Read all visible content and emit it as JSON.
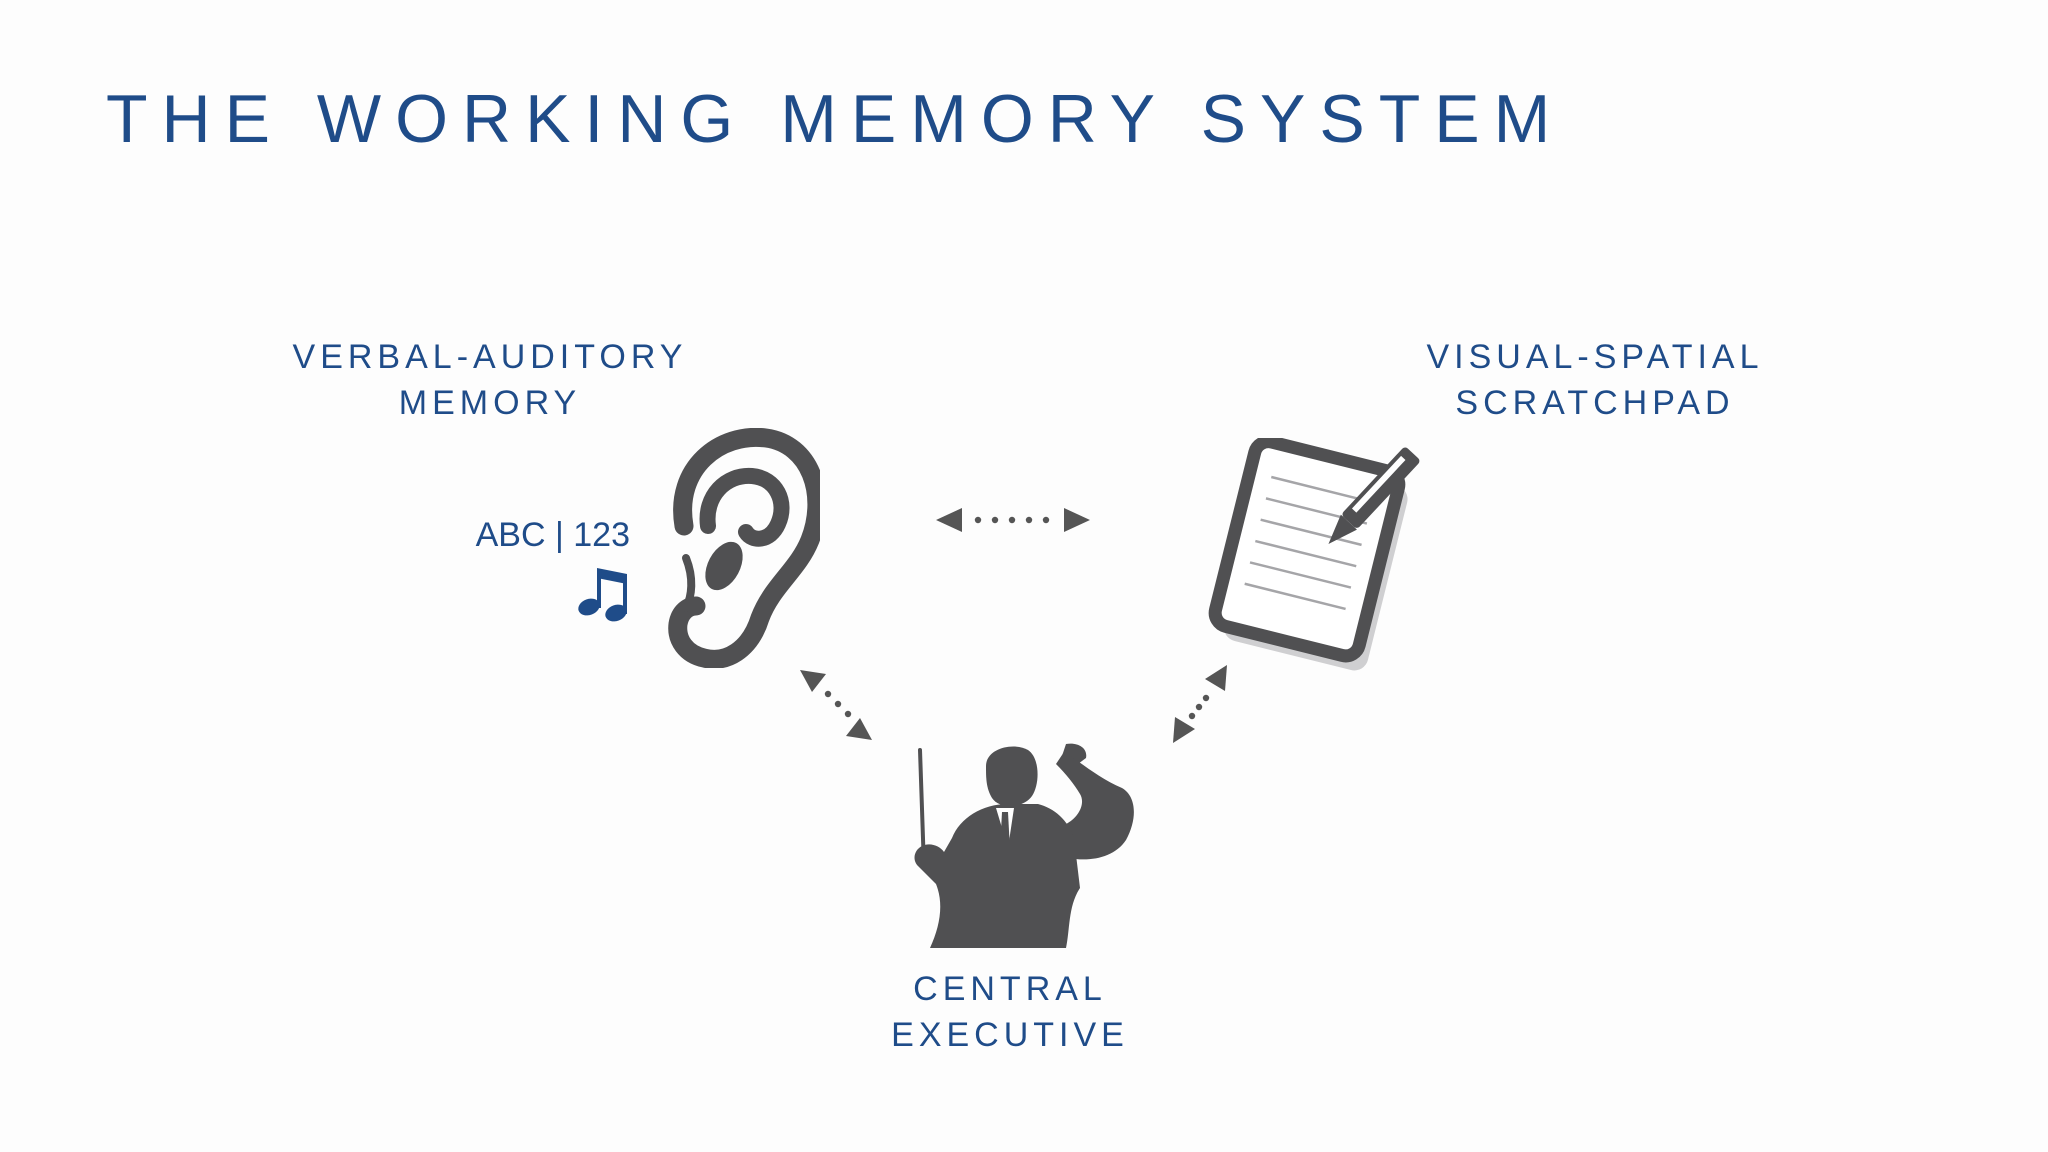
{
  "slide": {
    "title": "THE WORKING MEMORY SYSTEM"
  },
  "components": {
    "verbal_auditory": {
      "line1": "VERBAL-AUDITORY",
      "line2": "MEMORY",
      "icon": "ear-icon",
      "annotation": "ABC | 123",
      "annotation_icon": "music-note-icon"
    },
    "visual_spatial": {
      "line1": "VISUAL-SPATIAL",
      "line2": "SCRATCHPAD",
      "icon": "notepad-pen-icon"
    },
    "central_executive": {
      "line1": "CENTRAL",
      "line2": "EXECUTIVE",
      "icon": "conductor-icon"
    }
  },
  "connections": [
    {
      "from": "verbal_auditory",
      "to": "visual_spatial",
      "style": "dotted-bidirectional-arrow"
    },
    {
      "from": "verbal_auditory",
      "to": "central_executive",
      "style": "dotted-bidirectional-arrow"
    },
    {
      "from": "visual_spatial",
      "to": "central_executive",
      "style": "dotted-bidirectional-arrow"
    }
  ],
  "colors": {
    "text": "#1f4c89",
    "icon": "#505052",
    "background": "#fdfdfd"
  }
}
